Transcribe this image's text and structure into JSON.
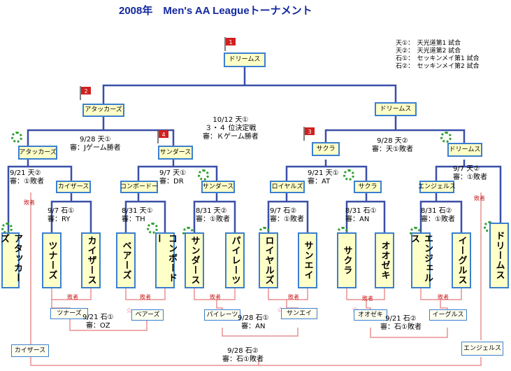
{
  "title": "2008年　Men's AA Leagueトーナメント",
  "legend": [
    "天①：　天光道第1 試合",
    "天②：　天光道第2 試合",
    "石①：　セッキンメイ第1 試合",
    "石②：　セッキンメイ第2 試合"
  ],
  "final": {
    "flag": "1",
    "winner": "ドリームス"
  },
  "semi_left": {
    "flag": "2",
    "winner": "アタッカーズ"
  },
  "semi_right": {
    "winner": "ドリームス"
  },
  "third_place_note": "10/12 天①\n３・４ 位決定戦\n審：Ｋゲーム勝者",
  "qf": {
    "g1": {
      "winner": "アタッカーズ",
      "note": "9/28 天①\n審：Jゲーム勝者"
    },
    "g2": {
      "flag": "4",
      "winner": "サンダース"
    },
    "g3": {
      "flag": "3",
      "winner": "サクラ",
      "note": "9/28 天②\n審：天①敗者"
    },
    "g4": {
      "winner": "ドリームス"
    }
  },
  "r2": {
    "a": {
      "winner": "カイザース",
      "note": "9/21 天②\n審：①敗者"
    },
    "b": {
      "winner": "コンボードー",
      "note": "9/7 天①\n審：DR"
    },
    "c": {
      "winner": "サンダース"
    },
    "d": {
      "winner": "ロイヤルズ",
      "note": "9/21 天①\n審：AT"
    },
    "e": {
      "winner": "サクラ"
    },
    "f": {
      "winner": "エンジェルス",
      "note": "9/7 天②\n審：①敗者"
    },
    "g": {
      "winner": "ドリームス"
    }
  },
  "r1_notes": {
    "n1": "9/7 石①\n審：RY",
    "n2": "8/31 天①\n審：TH",
    "n3": "8/31 天②\n審：①敗者",
    "n4": "9/7 石②\n審：①敗者",
    "n5": "8/31 石①\n審：AN",
    "n6": "8/31 石②\n審：①敗者"
  },
  "teams": [
    "アタッカーズ",
    "ツナーズ",
    "カイザース",
    "ベアーズ",
    "コンボードー",
    "サンダース",
    "パイレーツ",
    "ロイヤルズ",
    "サンエイ",
    "サクラ",
    "オオゼキ",
    "エンジェルス",
    "イーグルス",
    "ドリームス"
  ],
  "loser_label": "敗者",
  "consolation": {
    "c1": {
      "left": "ツナーズ",
      "right": "ベアーズ",
      "note": "9/21 石①\n審：OZ"
    },
    "c2": {
      "left": "パイレーツ",
      "right": "サンエイ",
      "note": "9/28 石①\n審：AN"
    },
    "c3": {
      "left": "オオゼキ",
      "right": "イーグルス",
      "note": "9/21 石②\n審：石①敗者"
    },
    "final": {
      "left": "カイザース",
      "right": "エンジェルス",
      "note": "9/28 石②\n審：石①敗者"
    }
  },
  "colors": {
    "line": "#3a4fa8",
    "loser_line": "#e89090",
    "box_fill": "#ffffc8",
    "box_border": "#3a7fd0",
    "flag": "#d02020",
    "wreath": "#2fa02f"
  }
}
